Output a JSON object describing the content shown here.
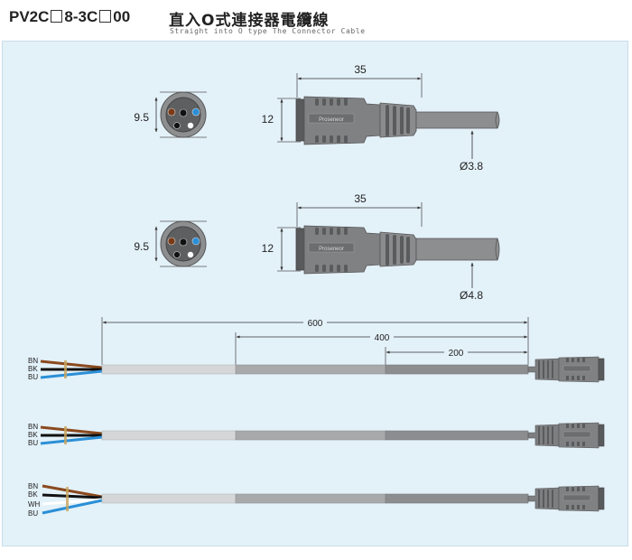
{
  "header": {
    "model_parts": [
      "PV2C",
      "8-3C",
      "00"
    ],
    "title_zh": "直入O式連接器電纜線",
    "title_en": "Straight into O type The Connector Cable"
  },
  "connector_views": [
    {
      "face_diameter": "9.5",
      "connector_height": "12",
      "connector_length": "35",
      "cable_diameter": "Ø3.8"
    },
    {
      "face_diameter": "9.5",
      "connector_height": "12",
      "connector_length": "35",
      "cable_diameter": "Ø4.8"
    }
  ],
  "connector_brand": "Proseneor",
  "lengths": {
    "l600": "600",
    "l400": "400",
    "l200": "200"
  },
  "cables": [
    {
      "wires": [
        "BN",
        "BK",
        "BU"
      ]
    },
    {
      "wires": [
        "BN",
        "BK",
        "BU"
      ]
    },
    {
      "wires": [
        "BN",
        "BK",
        "WH",
        "BU"
      ]
    }
  ],
  "colors": {
    "panel": "#e3f1f9",
    "BN": "#8a4a1e",
    "BK": "#111111",
    "BU": "#2b8fd6",
    "WH": "#ffffff",
    "cable_light": "#d4d6d8",
    "cable_mid": "#a8a9ab",
    "cable_dark": "#8c8d8f",
    "connector_body": "#7d7e80"
  }
}
